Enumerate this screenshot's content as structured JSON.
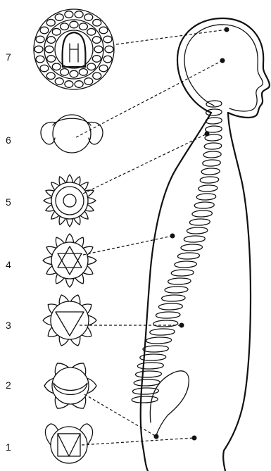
{
  "figure": {
    "chakras": [
      {
        "label": "7",
        "kind": "crown-lotus"
      },
      {
        "label": "6",
        "kind": "two-petal-circle"
      },
      {
        "label": "5",
        "kind": "sixteen-petal-circle"
      },
      {
        "label": "4",
        "kind": "twelve-petal-hexagram"
      },
      {
        "label": "3",
        "kind": "ten-petal-triangle"
      },
      {
        "label": "2",
        "kind": "six-petal-crescent"
      },
      {
        "label": "1",
        "kind": "four-petal-square"
      }
    ],
    "colors": {
      "ink": "#111111",
      "background": "#ffffff"
    }
  }
}
